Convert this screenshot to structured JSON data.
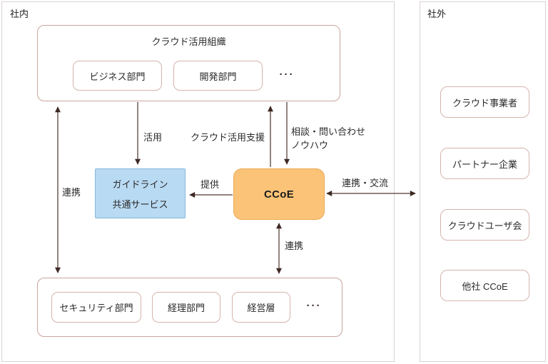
{
  "page": {
    "internal_label": "社内",
    "external_label": "社外"
  },
  "top_group": {
    "title": "クラウド活用組織",
    "departments": [
      "ビジネス部門",
      "開発部門"
    ],
    "ellipsis": "···"
  },
  "bottom_group": {
    "departments": [
      "セキュリティ部門",
      "経理部門",
      "経営層"
    ],
    "ellipsis": "···"
  },
  "guideline_box": {
    "line1": "ガイドライン",
    "line2": "共通サービス"
  },
  "ccoe_box": {
    "label": "CCoE"
  },
  "external_boxes": [
    "クラウド事業者",
    "パートナー企業",
    "クラウドユーザ会",
    "他社 CCoE"
  ],
  "arrow_labels": {
    "use": "活用",
    "support": "クラウド活用支援",
    "consult_line1": "相談・問い合わせ",
    "consult_line2": "ノウハウ",
    "provide": "提供",
    "cooperate_left": "連携",
    "cooperate_bottom": "連携",
    "cooperate_exchange": "連携・交流"
  },
  "colors": {
    "guideline_fill": "#b9daf3",
    "guideline_border": "#85b7dd",
    "ccoe_fill": "#fbc378",
    "ccoe_border": "#eaa954",
    "group_border": "#c9a59d",
    "dept_border": "#d5b4ac",
    "panel_border": "#d8d2cf",
    "arrow_shaft": "#6e5b54",
    "arrow_head": "#3e2823"
  }
}
